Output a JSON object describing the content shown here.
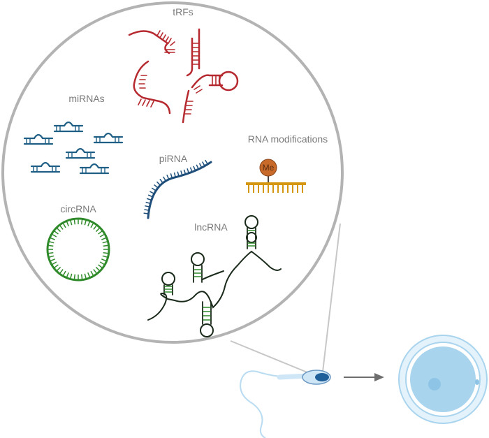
{
  "labels": {
    "trfs": "tRFs",
    "mirnas": "miRNAs",
    "rna_modifications": "RNA modifications",
    "methyl": "Me",
    "pirna": "piRNA",
    "circrna": "circRNA",
    "lncrna": "lncRNA"
  },
  "colors": {
    "trf": "#b5292f",
    "mirna": "#1f5f86",
    "pirna": "#1f4f7a",
    "circrna": "#2f8a2a",
    "lncrna": "#1a2a1a",
    "modification_bar": "#d4960f",
    "methyl_ball": "#c86a2a",
    "magnifier": "#b3b3b3",
    "sperm": "#b9dcf2",
    "egg": "#a9d4ee",
    "arrow": "#6e6e6e"
  }
}
